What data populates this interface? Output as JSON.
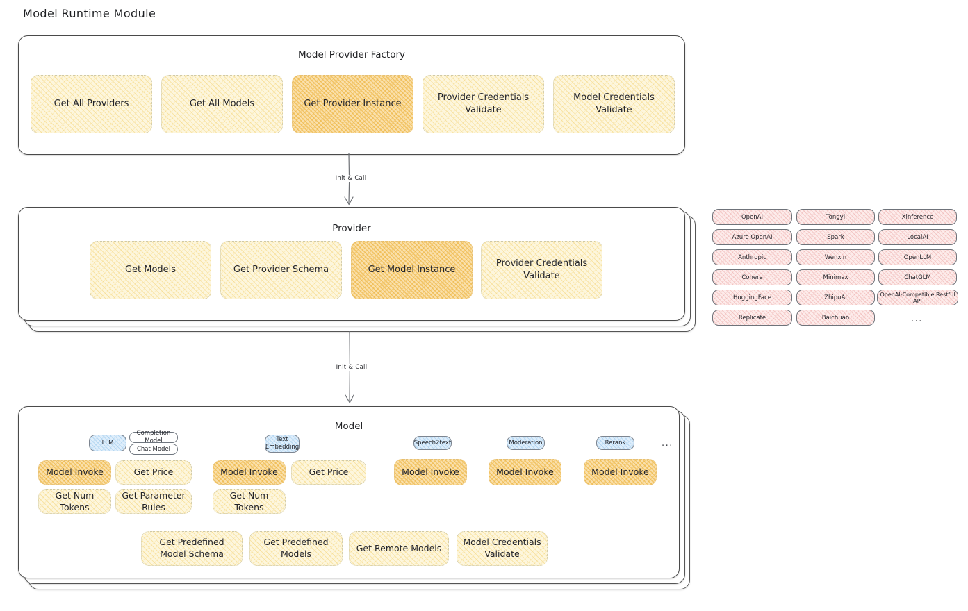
{
  "page": {
    "title": "Model Runtime Module"
  },
  "factory": {
    "title": "Model Provider Factory",
    "methods": [
      {
        "label": "Get All Providers",
        "highlight": false
      },
      {
        "label": "Get All Models",
        "highlight": false
      },
      {
        "label": "Get Provider Instance",
        "highlight": true
      },
      {
        "label": "Provider Credentials Validate",
        "highlight": false
      },
      {
        "label": "Model Credentials Validate",
        "highlight": false
      }
    ]
  },
  "arrows": {
    "first": "Init & Call",
    "second": "Init & Call"
  },
  "provider": {
    "title": "Provider",
    "methods": [
      {
        "label": "Get Models",
        "highlight": false
      },
      {
        "label": "Get Provider Schema",
        "highlight": false
      },
      {
        "label": "Get Model Instance",
        "highlight": true
      },
      {
        "label": "Provider Credentials Validate",
        "highlight": false
      }
    ]
  },
  "provider_list": {
    "columns": [
      [
        "OpenAI",
        "Azure OpenAI",
        "Anthropic",
        "Cohere",
        "HuggingFace",
        "Replicate"
      ],
      [
        "Tongyi",
        "Spark",
        "Wenxin",
        "Minimax",
        "ZhipuAI",
        "Baichuan"
      ],
      [
        "Xinference",
        "LocalAI",
        "OpenLLM",
        "ChatGLM",
        "OpenAI-Compatible Restful API"
      ]
    ],
    "more": "..."
  },
  "model": {
    "title": "Model",
    "more": "...",
    "types": [
      {
        "badge": "LLM",
        "sub": [
          "Completion Model",
          "Chat Model"
        ],
        "methods": [
          {
            "label": "Model Invoke",
            "highlight": true
          },
          {
            "label": "Get Price",
            "highlight": false
          },
          {
            "label": "Get Num Tokens",
            "highlight": false
          },
          {
            "label": "Get Parameter Rules",
            "highlight": false
          }
        ]
      },
      {
        "badge": "Text Embedding",
        "sub": [],
        "methods": [
          {
            "label": "Model Invoke",
            "highlight": true
          },
          {
            "label": "Get Price",
            "highlight": false
          },
          {
            "label": "Get Num Tokens",
            "highlight": false
          }
        ]
      },
      {
        "badge": "Speech2text",
        "sub": [],
        "methods": [
          {
            "label": "Model Invoke",
            "highlight": true
          }
        ]
      },
      {
        "badge": "Moderation",
        "sub": [],
        "methods": [
          {
            "label": "Model Invoke",
            "highlight": true
          }
        ]
      },
      {
        "badge": "Rerank",
        "sub": [],
        "methods": [
          {
            "label": "Model Invoke",
            "highlight": true
          }
        ]
      }
    ],
    "common_methods": [
      "Get Predefined Model Schema",
      "Get Predefined Models",
      "Get Remote Models",
      "Model Credentials Validate"
    ]
  }
}
